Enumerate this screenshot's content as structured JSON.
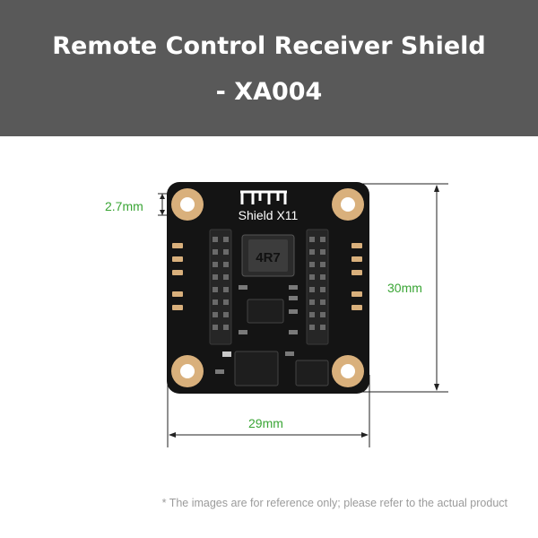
{
  "header": {
    "title_line1": "Remote Control Receiver Shield",
    "title_line2": "- XA004"
  },
  "board": {
    "silkscreen_label": "Shield X11",
    "inductor_code": "4R7",
    "logo": "wt-logo"
  },
  "dimensions": {
    "hole_diameter": "2.7mm",
    "height": "30mm",
    "width": "29mm"
  },
  "footer": {
    "note": "* The images are for reference only; please refer to the actual product"
  },
  "colors": {
    "banner": "#595959",
    "dimension_text": "#3aa535",
    "board": "#141414",
    "pad_gold": "#d9b07c"
  }
}
